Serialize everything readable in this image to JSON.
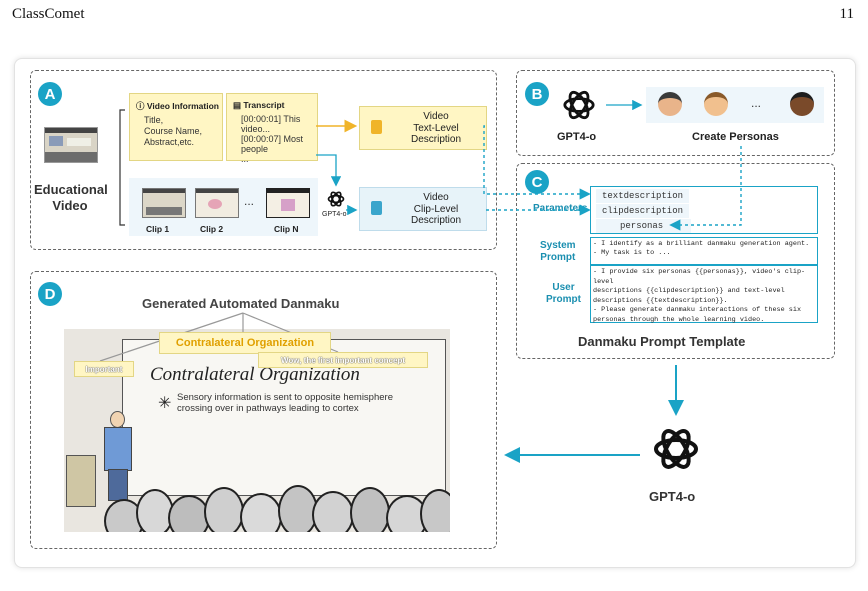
{
  "header": {
    "left": "ClassComet",
    "page_number": "11"
  },
  "badges": {
    "a": "A",
    "b": "B",
    "c": "C",
    "d": "D"
  },
  "panel_a": {
    "video_label_1": "Educational",
    "video_label_2": "Video",
    "video_info": {
      "title": "Video Information",
      "lines": [
        "Title,",
        "Course Name,",
        "Abstract,etc."
      ]
    },
    "transcript": {
      "title": "Transcript",
      "lines": [
        "[00:00:01] This",
        "video...",
        "[00:00:07] Most",
        "people",
        "..."
      ]
    },
    "text_level": [
      "Video",
      "Text-Level",
      "Description"
    ],
    "clip_level": [
      "Video",
      "Clip-Level",
      "Description"
    ],
    "clips": [
      "Clip 1",
      "Clip 2",
      "Clip N"
    ],
    "ellipsis": "...",
    "gpt_small": "GPT4-o"
  },
  "panel_b": {
    "gpt_label": "GPT4-o",
    "create_personas": "Create Personas",
    "ellipsis": "..."
  },
  "panel_c": {
    "parameters_label": "Parameters",
    "params": [
      "textdescription",
      "clipdescription",
      "personas"
    ],
    "system_label": [
      "System",
      "Prompt"
    ],
    "system_lines": [
      "- I identify as a brilliant danmaku generation agent.",
      "- My task is to ..."
    ],
    "user_label": [
      "User",
      "Prompt"
    ],
    "user_lines": [
      "- I provide six personas {{personas}}, video's clip-level",
      "descriptions {{clipdescription}} and text-level",
      "descriptions {{textdescription}}.",
      "- Please generate danmaku interactions of these six",
      "personas through the whole learning video."
    ],
    "template_title": "Danmaku Prompt Template"
  },
  "panel_d": {
    "title": "Generated Automated Danmaku",
    "danmaku_center": "Contralateral Organization",
    "danmaku_left": "Important",
    "danmaku_right": "Wow, the first important concept",
    "slide_title": "Contralateral Organization",
    "slide_lines": [
      "Sensory information is sent to opposite hemisphere",
      "crossing over in pathways leading to cortex"
    ]
  },
  "bottom_gpt": {
    "label": "GPT4-o"
  },
  "colors": {
    "teal": "#1aa3c6",
    "yellow": "#f0b429",
    "note_yellow": "#fff6c4",
    "light_blue": "#e7f3f9"
  }
}
